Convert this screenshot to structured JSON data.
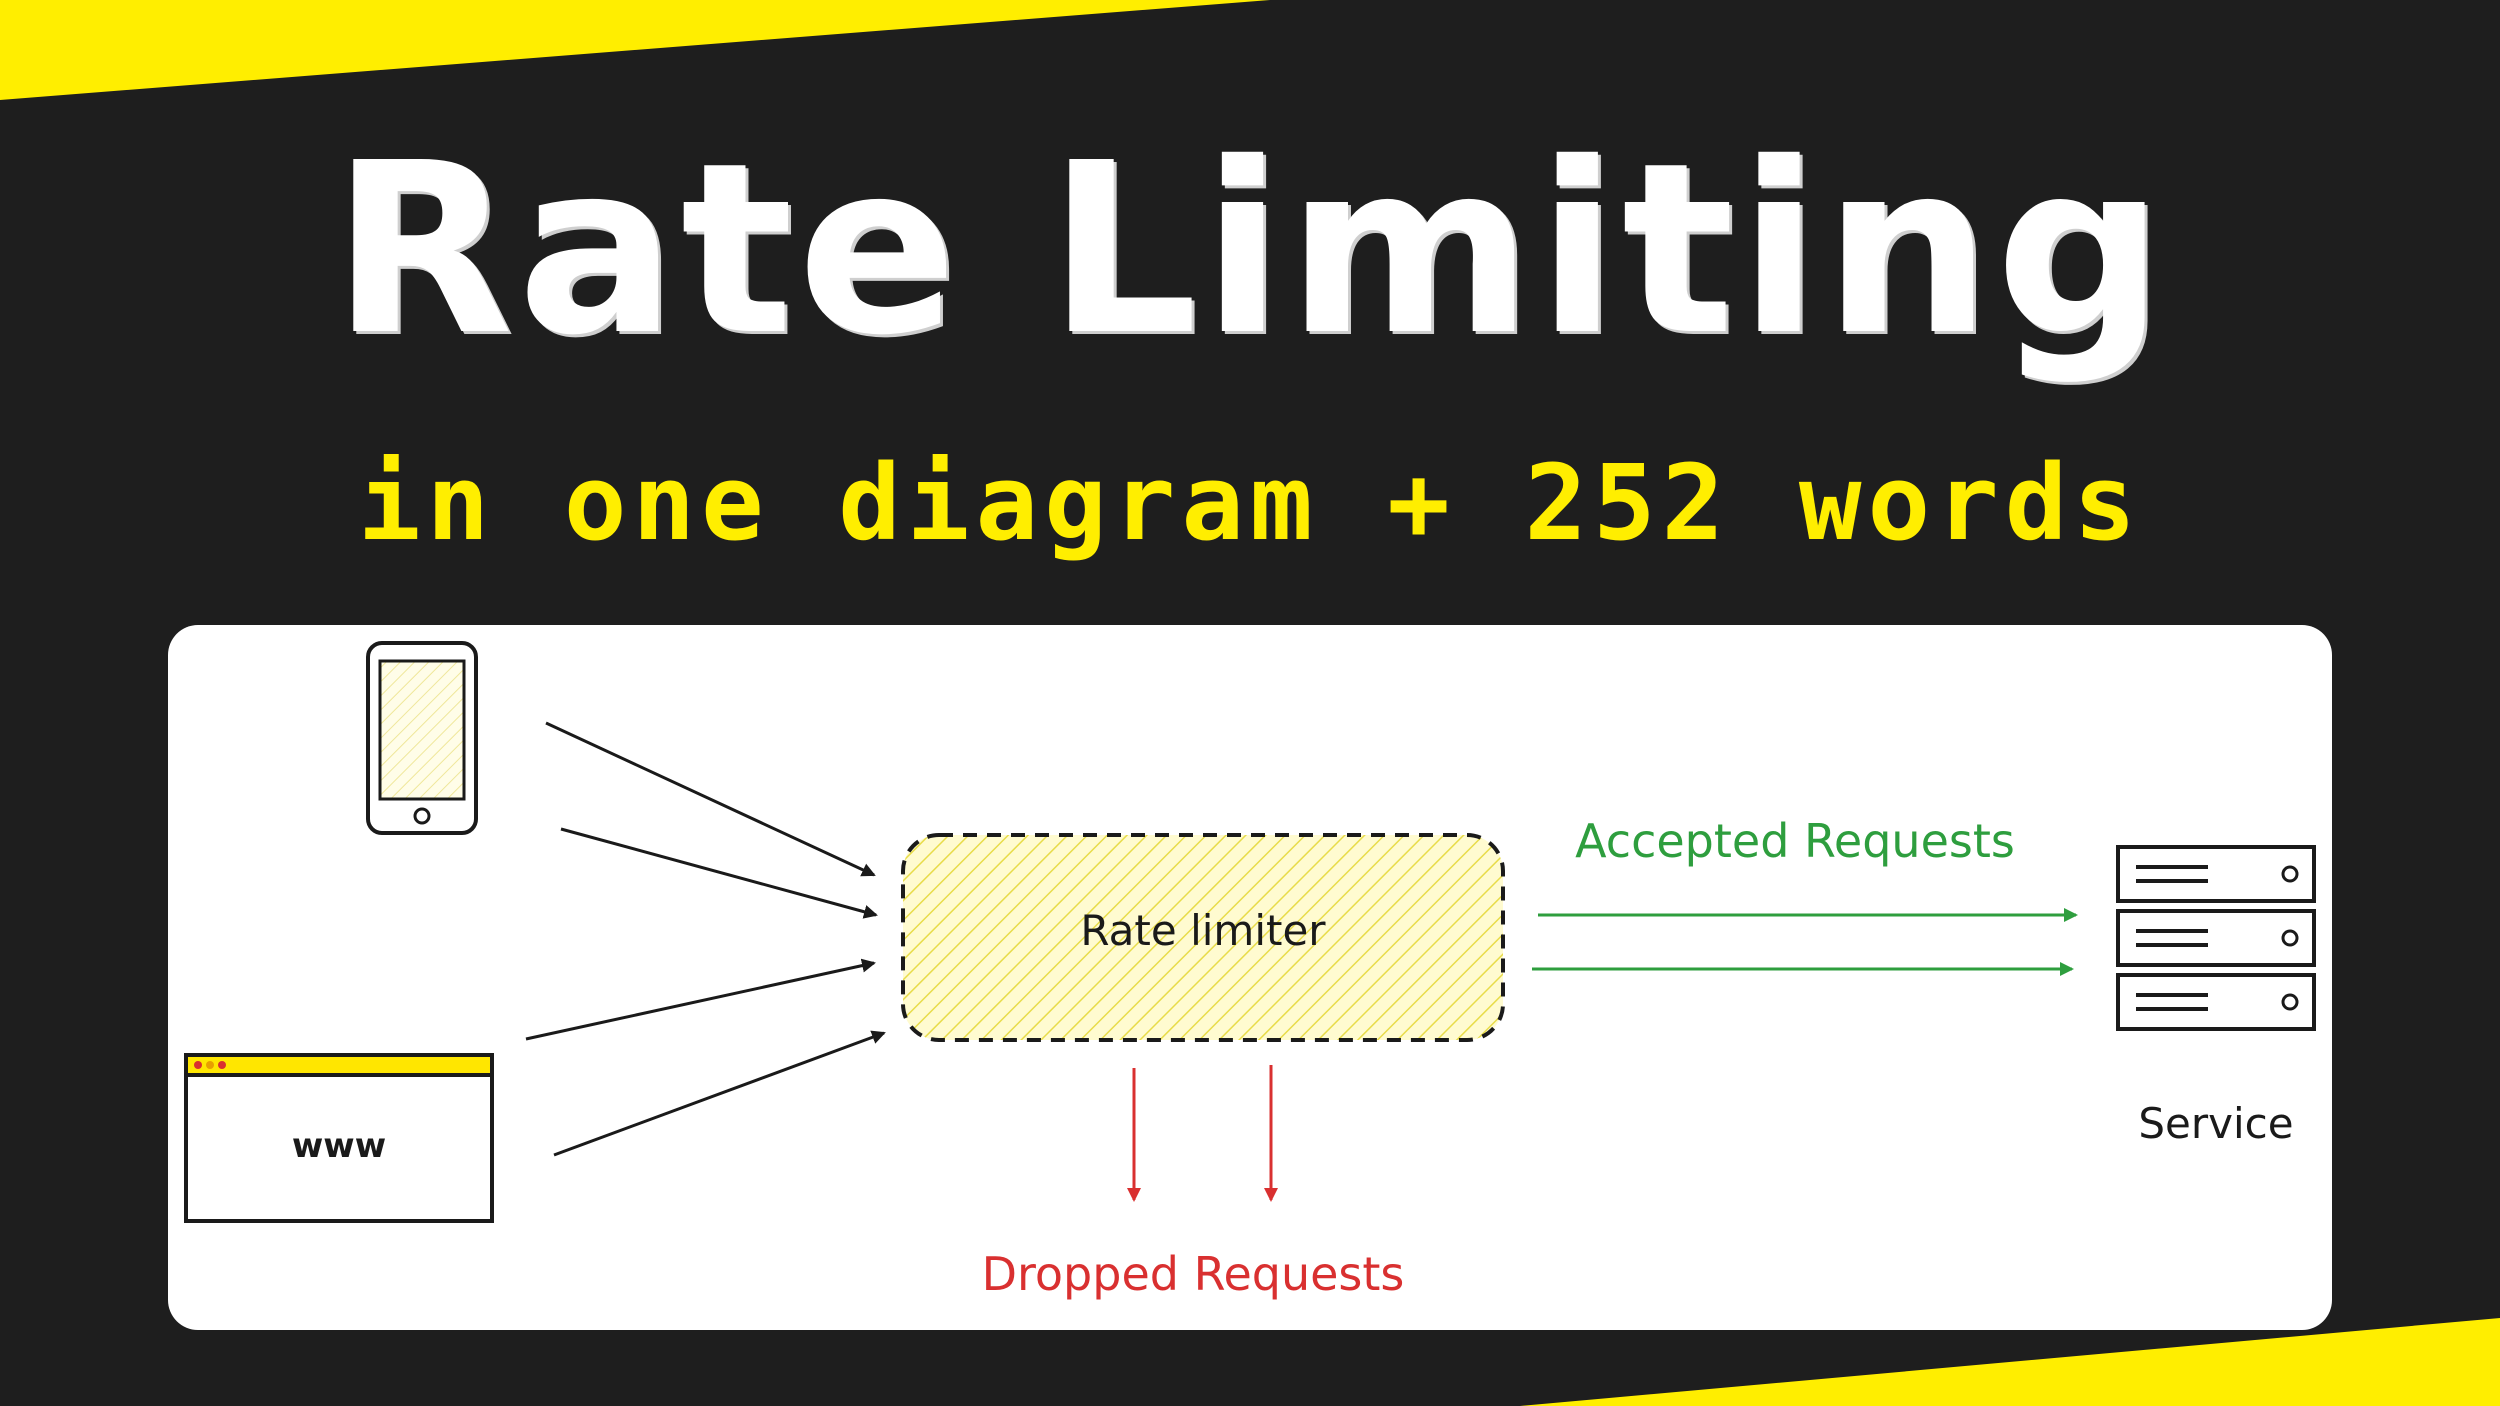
{
  "title": "Rate Limiting",
  "subtitle": "in one diagram + 252 words",
  "diagram": {
    "web_client_label": "www",
    "rate_limiter_label": "Rate limiter",
    "accepted_label": "Accepted Requests",
    "dropped_label": "Dropped Requests",
    "service_label": "Service"
  },
  "colors": {
    "background": "#1e1e1e",
    "accent_yellow": "#ffee00",
    "accepted_green": "#2e9e3e",
    "dropped_red": "#d93030",
    "limiter_fill": "#fff59a"
  }
}
